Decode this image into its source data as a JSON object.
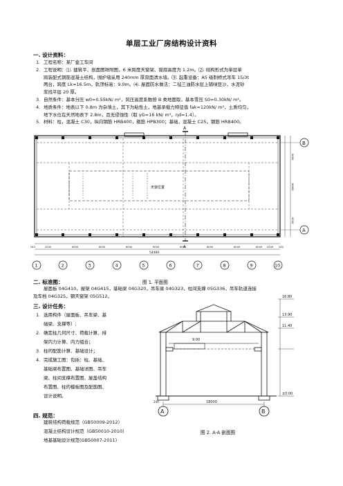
{
  "title": "单层工业厂房结构设计资料",
  "section1": {
    "heading": "一. 设计资料：",
    "items": [
      {
        "num": "1.",
        "lines": [
          "工程名称：某厂金工车间"
        ]
      },
      {
        "num": "2.",
        "lines": [
          "工程说明：⑴. 建筑平、剖面图祥附图，6 米跨度天窗架、窗扇高度为 1.2m。⑵. 结构形式为单层单",
          "跨装配式钢筋混凝土结构，围护墙采用 240mm 厚双面清水墙。⑶. 起重设备：A5 级制桥式吊车 15/3t",
          "两台，跨度 Lk=16.5m，轨顶标高：9.0m。⑷. 屋面防水做法：二毡三油防水层上铺绿豆沙，水泥砂",
          "浆找平层 20 厚。"
        ]
      },
      {
        "num": "3.",
        "lines": [
          "自然条件：基本分压 w0=0.55kN/ m²，风压高度系数按 B 类地面取，基本雪压 S0=0.30kN/ m²。"
        ]
      },
      {
        "num": "4.",
        "lines": [
          "地质条件：地表以下 0.8m 为杂填土，其下为粘性土，地基承载力特征值 fak=120kN/ m²，土质均匀，",
          "地下水位在天然地表下 2.8m，且无侵蚀性（取 γG=16 kN/ m³，ηd=1.4）。"
        ]
      },
      {
        "num": "5.",
        "lines": [
          "材料：柱，混凝土 C30，纵向钢筋 HRB400，箍筋 HPB300；基础，混凝土 C25，钢筋 HRB400。"
        ]
      }
    ]
  },
  "plan": {
    "label_a": "A",
    "row_top": "B",
    "row_bottom": "A",
    "skylight": "天窗位置",
    "total": "54480",
    "bay_dims": [
      "240",
      "4200",
      "6000",
      "6000",
      "6000",
      "6000",
      "6000",
      "6000",
      "6000",
      "6000",
      "4200",
      "240"
    ],
    "cols": [
      "1",
      "2",
      "3",
      "4",
      "5",
      "6",
      "7",
      "8",
      "9",
      "10"
    ],
    "right_dims": [
      "6000",
      "18000",
      "6000"
    ],
    "caption": "图 1. 平面图"
  },
  "section2": {
    "heading": "二. 标准图：",
    "lines": [
      "屋面板 04G410，屋架 04G415，基础梁 04G320，吊车梁 04G323，柱间支撑 05G336，吊车轨道连接",
      "及车档 04G325，钢天窗架 05G512。"
    ]
  },
  "section3": {
    "heading": "三. 设计任务：",
    "items": [
      {
        "num": "1.",
        "lines": [
          "选用构件（屋面板、吊车梁、基",
          "础梁、支撑等）;"
        ]
      },
      {
        "num": "2.",
        "lines": [
          "确定柱几何尺寸、荷载计算、排",
          "架内力计算、内力组合；"
        ]
      },
      {
        "num": "3.",
        "lines": [
          "柱的配筋计算、基础设计；"
        ]
      },
      {
        "num": "4.",
        "lines": [
          "完成施工图：包括：柱、基础、",
          "基础梁布置图、基础详图、吊车",
          "梁、柱间支撑布置图、屋盖结构",
          "布置图、柱的模板图及配筋图、",
          "设计说明。"
        ]
      }
    ]
  },
  "section_view": {
    "levels": [
      "16.80",
      "13.90",
      "11.40",
      "9.00",
      "±0.00"
    ],
    "span": "18000",
    "wall": "240",
    "axis_a": "A",
    "axis_b": "B",
    "caption": "图 2.   A-A 剖面图"
  },
  "section4": {
    "heading": "四. 规范：",
    "lines": [
      "建筑结构荷载规范（GB50009-2012）",
      "混凝土结构设计规范（GB50010-2010）",
      "地基基础设计规范(GB50007-2011)"
    ]
  }
}
